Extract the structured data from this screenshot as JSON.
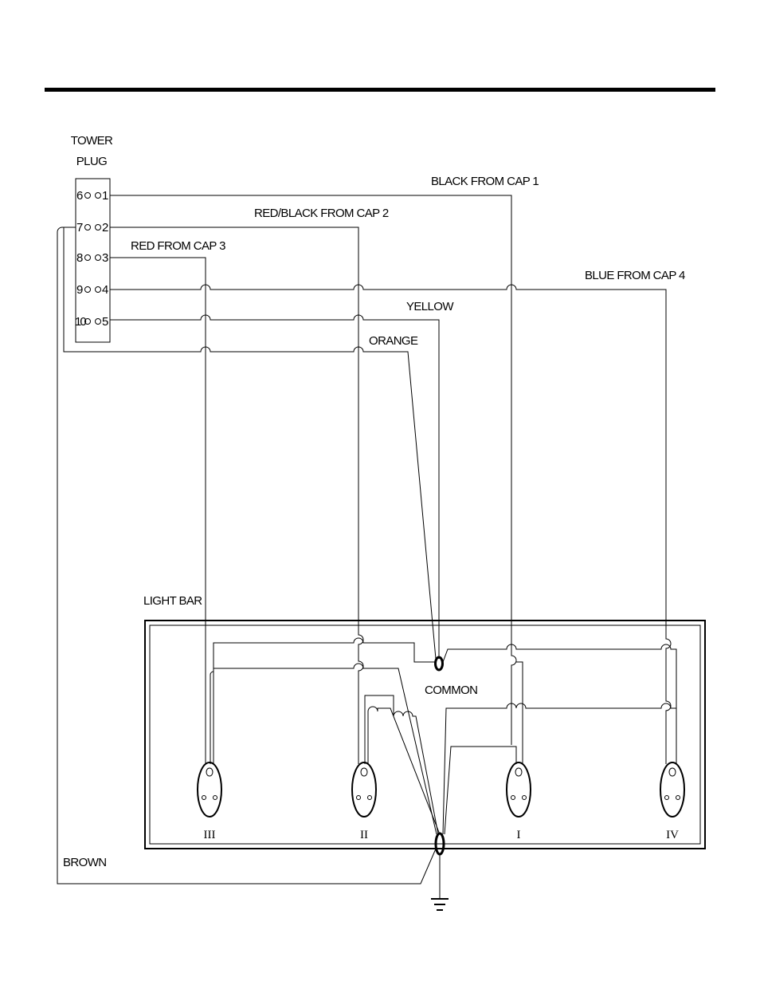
{
  "labels": {
    "tower_plug_line1": "TOWER",
    "tower_plug_line2": "PLUG",
    "black_from_cap1": "BLACK FROM CAP 1",
    "red_black_from_cap2": "RED/BLACK FROM CAP 2",
    "red_from_cap3": "RED FROM CAP 3",
    "blue_from_cap4": "BLUE FROM CAP 4",
    "yellow": "YELLOW",
    "orange": "ORANGE",
    "light_bar": "LIGHT BAR",
    "common": "COMMON",
    "brown": "BROWN"
  },
  "plug_pins": {
    "left": [
      "6",
      "7",
      "8",
      "9",
      "10"
    ],
    "right": [
      "1",
      "2",
      "3",
      "4",
      "5"
    ]
  },
  "lamps": [
    "III",
    "II",
    "I",
    "IV"
  ]
}
